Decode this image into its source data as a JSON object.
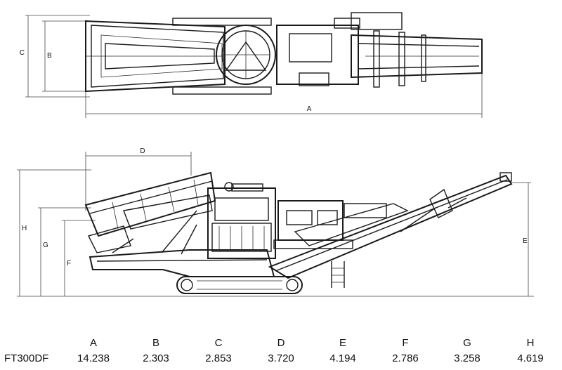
{
  "diagram": {
    "top_view_labels": {
      "A": "A",
      "B": "B",
      "C": "C"
    },
    "side_view_labels": {
      "D": "D",
      "E": "E",
      "F": "F",
      "G": "G",
      "H": "H"
    }
  },
  "specs": {
    "columns": [
      "A",
      "B",
      "C",
      "D",
      "E",
      "F",
      "G",
      "H"
    ],
    "rows": [
      {
        "model": "FT300DF",
        "values": [
          "14.238",
          "2.303",
          "2.853",
          "3.720",
          "4.194",
          "2.786",
          "3.258",
          "4.619"
        ]
      }
    ]
  }
}
